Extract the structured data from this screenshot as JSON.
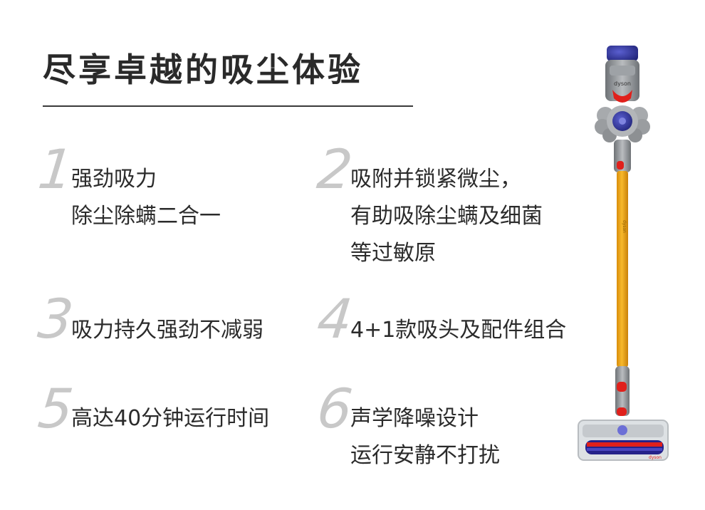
{
  "title": "尽享卓越的吸尘体验",
  "features": [
    {
      "number": "1",
      "lines": [
        "强劲吸力",
        "除尘除螨二合一"
      ]
    },
    {
      "number": "2",
      "lines": [
        "吸附并锁紧微尘，",
        "有助吸除尘螨及细菌",
        "等过敏原"
      ]
    },
    {
      "number": "3",
      "lines": [
        "吸力持久强劲不减弱"
      ]
    },
    {
      "number": "4",
      "lines": [
        "4+1款吸头及配件组合"
      ]
    },
    {
      "number": "5",
      "lines": [
        "高达40分钟运行时间"
      ]
    },
    {
      "number": "6",
      "lines": [
        "声学降噪设计",
        "运行安静不打扰"
      ]
    }
  ],
  "product": {
    "brand": "dyson",
    "image_name": "dyson-cordless-stick-vacuum",
    "colors": {
      "wand": "#f2a81c",
      "cyclone": "#2c2f8f",
      "trigger": "#e0201b",
      "body": "#8a8e92"
    }
  }
}
